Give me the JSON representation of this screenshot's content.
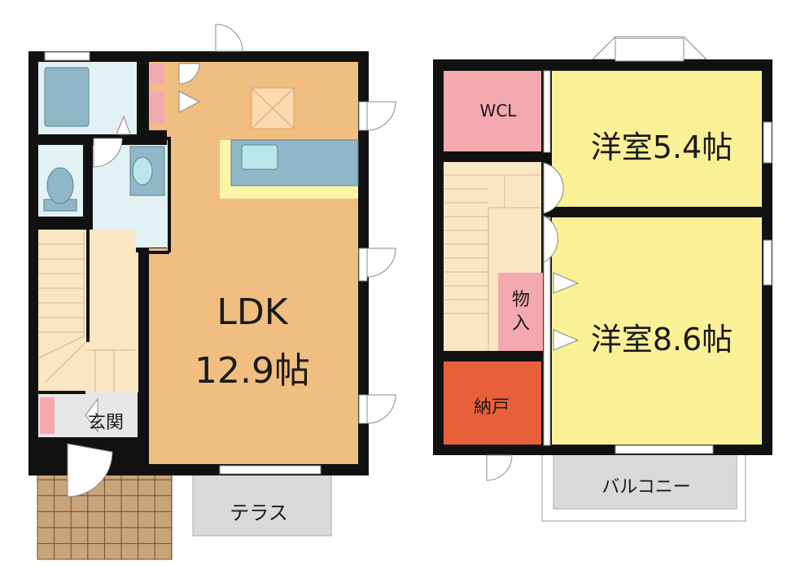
{
  "floor1": {
    "ldk_name": "LDK",
    "ldk_size": "12.9帖",
    "entrance": "玄関",
    "terrace": "テラス"
  },
  "floor2": {
    "wcl": "WCL",
    "room_a": "洋室5.4帖",
    "room_b": "洋室8.6帖",
    "storage_1": "物",
    "storage_2": "入",
    "closet": "納戸",
    "balcony": "バルコニー"
  },
  "colors": {
    "ldk": "#f0be80",
    "bedroom": "#faf096",
    "wcl": "#f3a9ad",
    "closet": "#e8603a",
    "wet": "#e2f1f4",
    "stairs": "#fbe6c4",
    "fixture": "#8fb7c7",
    "wall": "#111111"
  }
}
